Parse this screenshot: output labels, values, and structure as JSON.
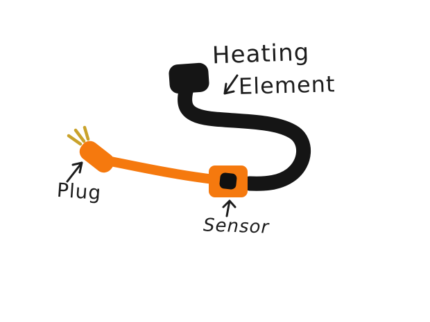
{
  "canvas": {
    "background": "#ffffff"
  },
  "labels": {
    "heating_line1": "Heating",
    "heating_line2": "Element",
    "plug": "Plug",
    "sensor": "Sensor"
  },
  "colors": {
    "ink": "#1c1c1c",
    "cable_black": "#151515",
    "cable_orange": "#f5790e",
    "prong_gold": "#c9a22b",
    "sensor_dot": "#101010"
  }
}
